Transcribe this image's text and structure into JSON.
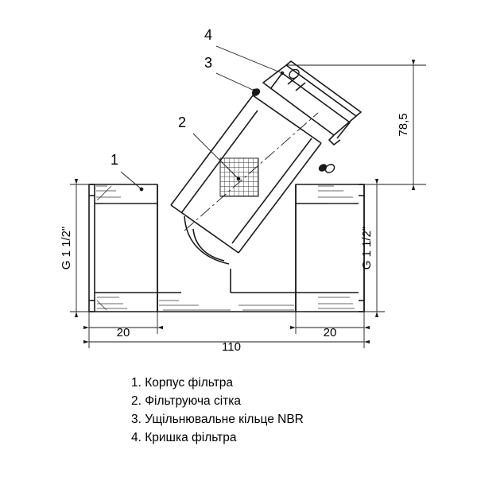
{
  "diagram": {
    "title": "Y-strainer filter technical drawing",
    "type": "engineering-cross-section",
    "dimensions": {
      "height_right": "78,5",
      "thread_left": "G 1 1/2\"",
      "thread_right": "G 1 1/2\"",
      "length_left": "20",
      "length_right": "20",
      "length_total": "110"
    },
    "callouts": [
      {
        "number": "1"
      },
      {
        "number": "2"
      },
      {
        "number": "3"
      },
      {
        "number": "4"
      }
    ],
    "colors": {
      "line": "#1a1a1a",
      "thin": "#3a3a3a",
      "background": "#ffffff"
    }
  },
  "legend": {
    "items": [
      {
        "text": "1. Корпус фільтра"
      },
      {
        "text": "2. Фільтруюча сітка"
      },
      {
        "text": "3. Ущільнювальне кільце NBR"
      },
      {
        "text": "4. Кришка фільтра"
      }
    ]
  }
}
